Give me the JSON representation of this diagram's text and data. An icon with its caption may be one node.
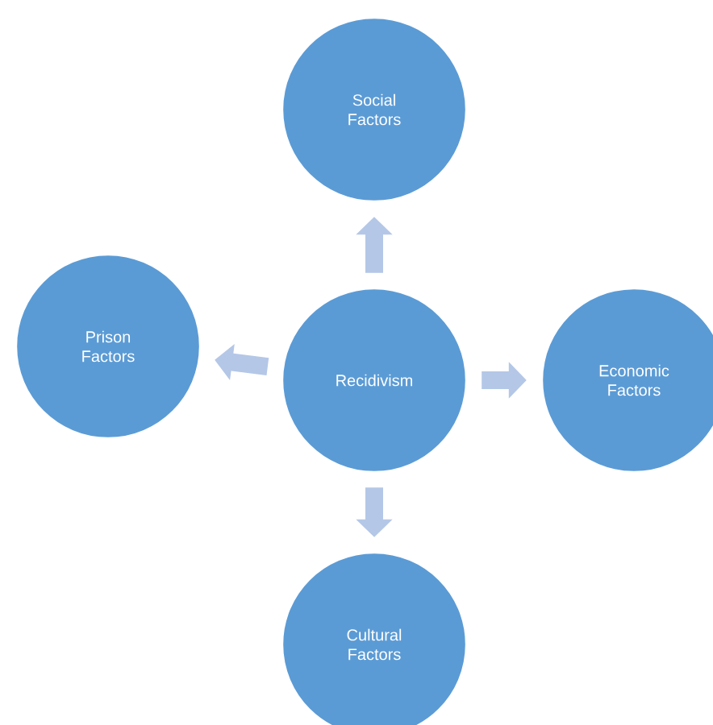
{
  "diagram": {
    "nodes": [
      {
        "text": [
          "Social Factors"
        ]
      },
      {
        "text": [
          "Prison Factors"
        ]
      },
      {
        "text": [
          "Recidivism"
        ]
      },
      {
        "text": [
          "Economic Factors"
        ]
      },
      {
        "text": [
          "Cultural Factors"
        ]
      }
    ],
    "edges": [
      {
        "from": 2,
        "to": 0,
        "arrow": "to"
      },
      {
        "from": 2,
        "to": 3,
        "arrow": "to"
      },
      {
        "from": 2,
        "to": 4,
        "arrow": "to"
      },
      {
        "from": 2,
        "to": 1,
        "arrow": "to"
      }
    ]
  }
}
